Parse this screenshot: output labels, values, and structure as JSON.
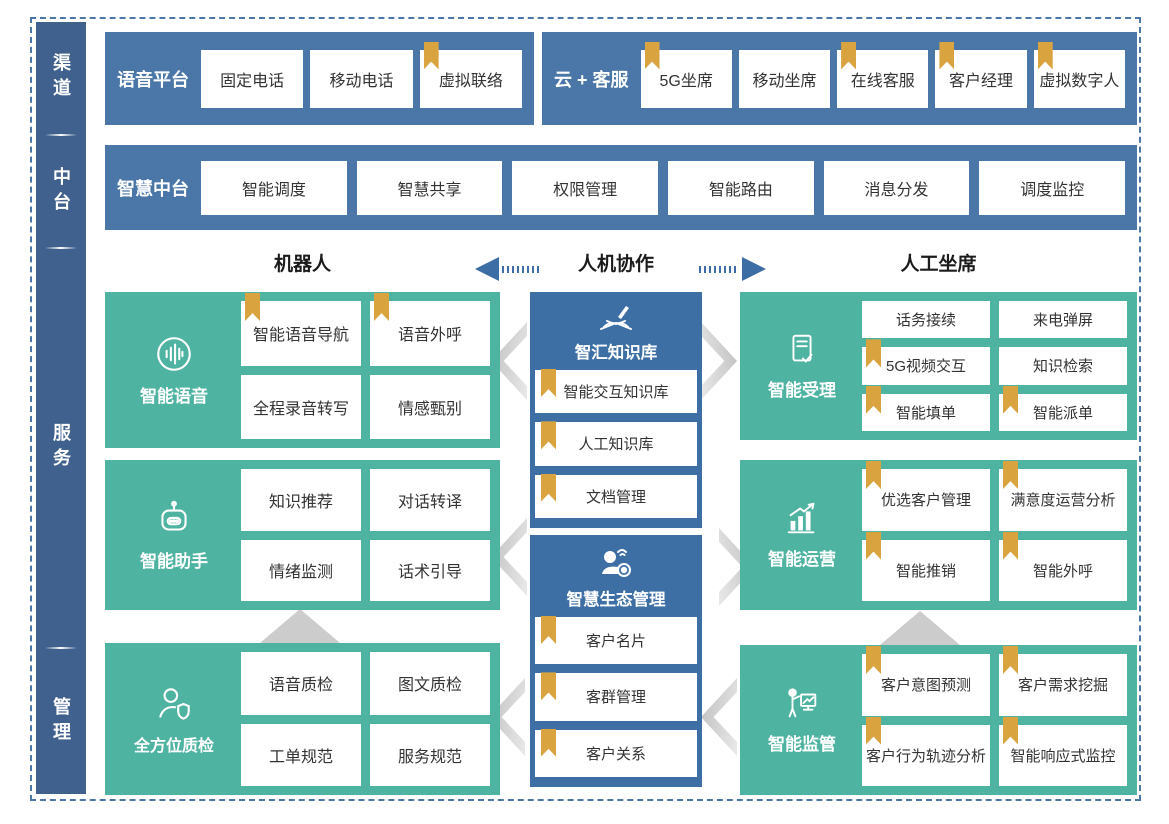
{
  "sidebar": {
    "items": [
      {
        "label": "渠道"
      },
      {
        "label": "中台"
      },
      {
        "label": "服务"
      },
      {
        "label": "管理"
      }
    ]
  },
  "channel_row": {
    "groups": [
      {
        "label": "语音平台",
        "items": [
          {
            "label": "固定电话",
            "bookmark": false
          },
          {
            "label": "移动电话",
            "bookmark": false
          },
          {
            "label": "虚拟联络",
            "bookmark": true
          }
        ]
      },
      {
        "label": "云 + 客服",
        "items": [
          {
            "label": "5G坐席",
            "bookmark": true
          },
          {
            "label": "移动坐席",
            "bookmark": false
          },
          {
            "label": "在线客服",
            "bookmark": true
          },
          {
            "label": "客户经理",
            "bookmark": true
          },
          {
            "label": "虚拟数字人",
            "bookmark": true
          }
        ]
      }
    ]
  },
  "platform_row": {
    "label": "智慧中台",
    "items": [
      "智能调度",
      "智慧共享",
      "权限管理",
      "智能路由",
      "消息分发",
      "调度监控"
    ]
  },
  "section_headers": {
    "left": "机器人",
    "center": "人机协作",
    "right": "人工坐席"
  },
  "service": {
    "left_blocks": [
      {
        "label": "智能语音",
        "icon": "voice-wave-icon",
        "items": [
          {
            "label": "智能语音导航",
            "bookmark": true
          },
          {
            "label": "语音外呼",
            "bookmark": true
          },
          {
            "label": "全程录音转写",
            "bookmark": false
          },
          {
            "label": "情感甄别",
            "bookmark": false
          }
        ]
      },
      {
        "label": "智能助手",
        "icon": "robot-icon",
        "items": [
          {
            "label": "知识推荐",
            "bookmark": false
          },
          {
            "label": "对话转译",
            "bookmark": false
          },
          {
            "label": "情绪监测",
            "bookmark": false
          },
          {
            "label": "话术引导",
            "bookmark": false
          }
        ]
      },
      {
        "label": "全方位质检",
        "icon": "person-shield-icon",
        "items": [
          {
            "label": "语音质检",
            "bookmark": false
          },
          {
            "label": "图文质检",
            "bookmark": false
          },
          {
            "label": "工单规范",
            "bookmark": false
          },
          {
            "label": "服务规范",
            "bookmark": false
          }
        ]
      }
    ],
    "middle_blocks": [
      {
        "label": "智汇知识库",
        "icon": "book-pen-icon",
        "items": [
          {
            "label": "智能交互知识库",
            "bookmark": true
          },
          {
            "label": "人工知识库",
            "bookmark": true
          },
          {
            "label": "文档管理",
            "bookmark": true
          }
        ]
      },
      {
        "label": "智慧生态管理",
        "icon": "person-network-icon",
        "items": [
          {
            "label": "客户名片",
            "bookmark": true
          },
          {
            "label": "客群管理",
            "bookmark": true
          },
          {
            "label": "客户关系",
            "bookmark": true
          }
        ]
      }
    ],
    "right_blocks": [
      {
        "label": "智能受理",
        "icon": "document-check-icon",
        "items": [
          {
            "label": "话务接续",
            "bookmark": false
          },
          {
            "label": "来电弹屏",
            "bookmark": false
          },
          {
            "label": "5G视频交互",
            "bookmark": true
          },
          {
            "label": "知识检索",
            "bookmark": false
          },
          {
            "label": "智能填单",
            "bookmark": true
          },
          {
            "label": "智能派单",
            "bookmark": true
          }
        ]
      },
      {
        "label": "智能运营",
        "icon": "chart-growth-icon",
        "items": [
          {
            "label": "优选客户管理",
            "bookmark": true
          },
          {
            "label": "满意度运营分析",
            "bookmark": true
          },
          {
            "label": "智能推销",
            "bookmark": true
          },
          {
            "label": "智能外呼",
            "bookmark": true
          }
        ]
      },
      {
        "label": "智能监管",
        "icon": "presenter-chart-icon",
        "items": [
          {
            "label": "客户意图预测",
            "bookmark": true
          },
          {
            "label": "客户需求挖掘",
            "bookmark": true
          },
          {
            "label": "客户行为轨迹分析",
            "bookmark": true
          },
          {
            "label": "智能响应式监控",
            "bookmark": true
          }
        ]
      }
    ]
  },
  "colors": {
    "band_blue": "#4A77A7",
    "sidebar_blue": "#40618D",
    "middle_blue": "#3D6FA5",
    "teal": "#4FB3A1",
    "bookmark_gold": "#D9A440",
    "arrow_blue": "#3D6DA5",
    "decor_gray": "#CCCCCC",
    "text_dark": "#333333"
  }
}
